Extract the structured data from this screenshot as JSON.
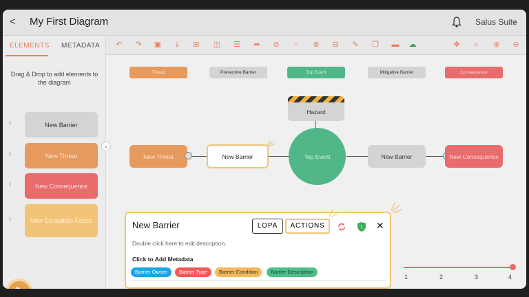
{
  "header": {
    "back_icon": "<",
    "title": "My First Diagram",
    "bell_icon": "bell-icon",
    "account": "Salus Suite",
    "chevron_icon": "chevron-down-icon"
  },
  "sidebar": {
    "tabs": [
      {
        "label": "ELEMENTS"
      },
      {
        "label": "METADATA"
      }
    ],
    "hint": "Drag & Drop to add elements to the diagram",
    "items": [
      {
        "label": "New Barrier"
      },
      {
        "label": "New Threat"
      },
      {
        "label": "New Consequence"
      },
      {
        "label": "New Escalation Factor"
      }
    ],
    "help_icon": "help-chat-icon",
    "help_glyph": "?"
  },
  "toolbar": {
    "icons": [
      "undo-icon",
      "redo-icon",
      "image-icon",
      "download-icon",
      "layout-icon",
      "grid-split-icon",
      "checklist-icon",
      "forward-icon",
      "link-icon",
      "dots-grid-icon",
      "eye-off-icon",
      "table-icon",
      "pencil-icon",
      "copy-icon",
      "delete-icon",
      "cloud-icon",
      "move-icon",
      "search-icon",
      "zoom-in-icon",
      "zoom-out-icon"
    ]
  },
  "diagram": {
    "headers": [
      {
        "label": "Threat"
      },
      {
        "label": "Preventive Barrier"
      },
      {
        "label": "Top Event"
      },
      {
        "label": "Mitigative Barrier"
      },
      {
        "label": "Consequence"
      }
    ],
    "hazard": "Hazard",
    "threat": "New Threat",
    "barrier_selected": "New Barrier",
    "top_event": "Top Event",
    "mitigative": "New Barrier",
    "consequence": "New Consequence"
  },
  "panel": {
    "title": "New Barrier",
    "lopa_label": "LOPA",
    "actions_label": "ACTIONS",
    "description": "Double click here to edit description.",
    "metadata_title": "Click to Add Metadata",
    "tags": [
      {
        "label": "Barrier Owner",
        "color": "#1aa6e8"
      },
      {
        "label": "Barrier Type",
        "color": "#ef5b5b"
      },
      {
        "label": "Barrier Condition",
        "color": "#f5b85a"
      },
      {
        "label": "Barrier Description",
        "color": "#4fbf8a"
      }
    ],
    "close_icon": "close-icon",
    "close_glyph": "✕"
  },
  "slider": {
    "ticks": [
      "1",
      "2",
      "3",
      "4"
    ],
    "value": 4
  },
  "colors": {
    "accent": "#e8805f",
    "threat": "#e69a5e",
    "consequence": "#e96b6b",
    "top_event": "#52b788",
    "highlight": "#f2c478"
  }
}
